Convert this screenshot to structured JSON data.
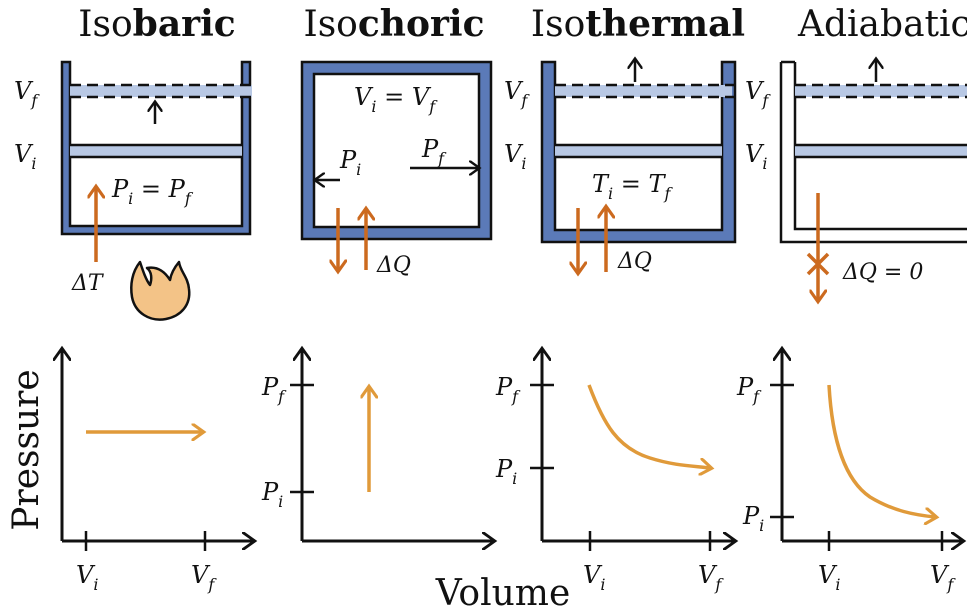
{
  "colors": {
    "vessel_wall": "#5b7ab8",
    "piston_band": "#b8c8e4",
    "heat_arrow": "#cc6a1f",
    "curve": "#e09a3a",
    "flame_fill": "#f3c387",
    "ink": "#111111"
  },
  "panels": [
    {
      "title_prefix": "Iso",
      "title_bold": "baric",
      "labels": {
        "v_final": "V",
        "v_final_sub": "f",
        "v_initial": "V",
        "v_initial_sub": "i",
        "condition": "P",
        "condition_sub_left": "i",
        "condition_eq": " = ",
        "condition_right": "P",
        "condition_sub_right": "f",
        "heat": "ΔT"
      },
      "icons": [
        "up-arrow-icon",
        "heat-up-arrow-icon",
        "flame-icon"
      ]
    },
    {
      "title_prefix": "Iso",
      "title_bold": "choric",
      "labels": {
        "condition": "V",
        "condition_sub_left": "i",
        "condition_eq": " = ",
        "condition_right": "V",
        "condition_sub_right": "f",
        "p_initial": "P",
        "p_initial_sub": "i",
        "p_final": "P",
        "p_final_sub": "f",
        "heat": "ΔQ"
      },
      "icons": [
        "left-arrow-icon",
        "right-arrow-icon",
        "heat-down-arrow-icon",
        "heat-up-arrow-icon"
      ]
    },
    {
      "title_prefix": "Iso",
      "title_bold": "thermal",
      "labels": {
        "v_final": "V",
        "v_final_sub": "f",
        "v_initial": "V",
        "v_initial_sub": "i",
        "condition": "T",
        "condition_sub_left": "i",
        "condition_eq": " = ",
        "condition_right": "T",
        "condition_sub_right": "f",
        "heat": "ΔQ"
      },
      "icons": [
        "up-arrow-icon",
        "heat-down-arrow-icon",
        "heat-up-arrow-icon"
      ]
    },
    {
      "title_prefix": "Adiabatic",
      "title_bold": "",
      "labels": {
        "v_final": "V",
        "v_final_sub": "f",
        "v_initial": "V",
        "v_initial_sub": "i",
        "heat": "ΔQ = 0"
      },
      "icons": [
        "up-arrow-icon",
        "blocked-heat-arrow-icon"
      ]
    }
  ],
  "plots": [
    {
      "type": "line",
      "process": "isobaric",
      "x_ticks": [
        "V_i",
        "V_f"
      ],
      "y_ticks": [],
      "points": [
        [
          0,
          0.5
        ],
        [
          1,
          0.5
        ]
      ]
    },
    {
      "type": "line",
      "process": "isochoric",
      "x_ticks": [],
      "y_ticks": [
        "P_i",
        "P_f"
      ],
      "points": [
        [
          0.5,
          0
        ],
        [
          0.5,
          1
        ]
      ]
    },
    {
      "type": "line",
      "process": "isothermal",
      "x_ticks": [
        "V_i",
        "V_f"
      ],
      "y_ticks": [
        "P_i",
        "P_f"
      ]
    },
    {
      "type": "line",
      "process": "adiabatic",
      "x_ticks": [
        "V_i",
        "V_f"
      ],
      "y_ticks": [
        "P_i",
        "P_f"
      ]
    }
  ],
  "tick_labels": {
    "v_symbol": "V",
    "i_sub": "i",
    "f_sub": "f",
    "p_symbol": "P"
  },
  "axis_titles": {
    "y": "Pressure",
    "x": "Volume"
  }
}
